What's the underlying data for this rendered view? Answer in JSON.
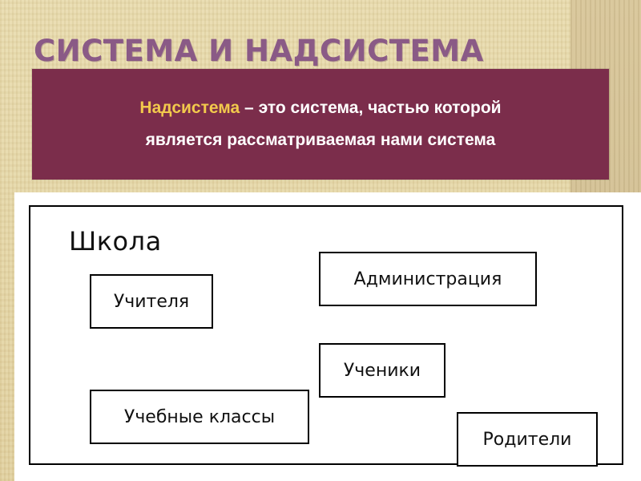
{
  "title": "СИСТЕМА И НАДСИСТЕМА",
  "definition": {
    "term": "Надсистема",
    "line1_rest": " – это система, частью которой",
    "line2": "является рассматриваемая нами система"
  },
  "diagram": {
    "container_label": "Школа",
    "nodes": {
      "teachers": "Учителя",
      "administration": "Администрация",
      "students": "Ученики",
      "classrooms": "Учебные классы",
      "parents": "Родители"
    }
  },
  "colors": {
    "title": "#8a5a86",
    "definition_bg": "#7b2d4b",
    "definition_term": "#f2c94c",
    "definition_text": "#ffffff",
    "background": "#e5d6a6"
  }
}
